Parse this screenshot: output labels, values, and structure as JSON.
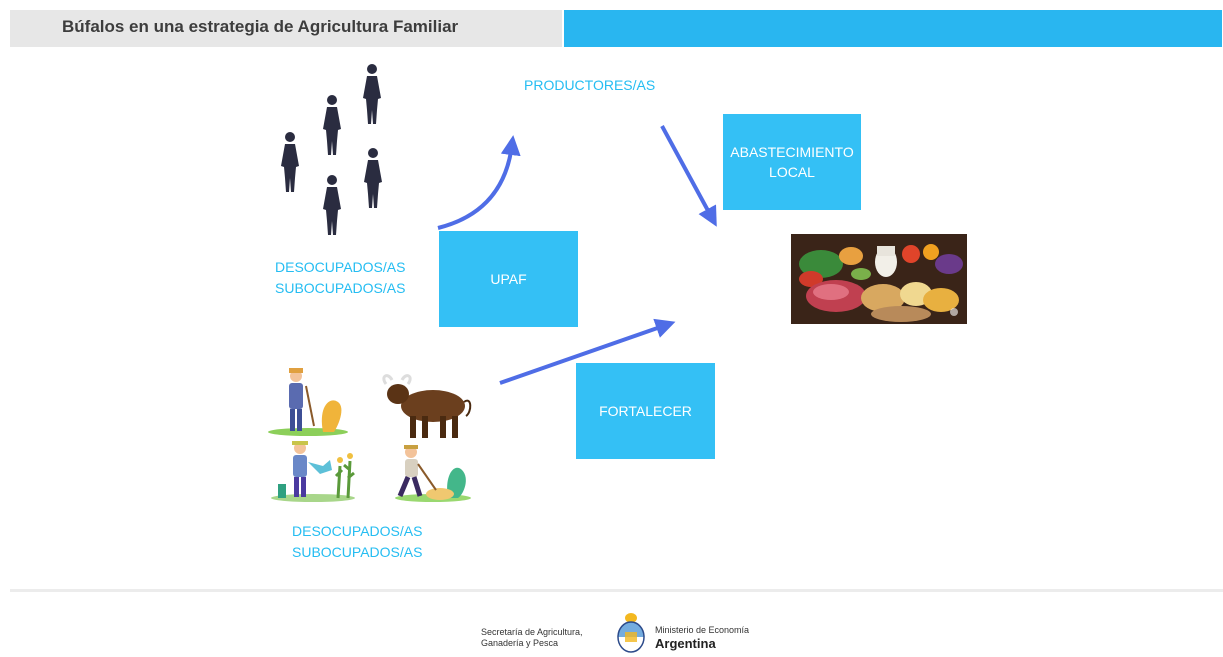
{
  "header": {
    "title": "Búfalos en una estrategia de Agricultura Familiar",
    "accent_color": "#29b6f0"
  },
  "diagram": {
    "producers_label": "PRODUCTORES/AS",
    "group_top": {
      "line1": "DESOCUPADOS/AS",
      "line2": "SUBOCUPADOS/AS"
    },
    "group_bottom": {
      "line1": "DESOCUPADOS/AS",
      "line2": "SUBOCUPADOS/AS"
    },
    "box_upaf": "UPAF",
    "box_fortalecer": "FORTALECER",
    "box_abastecimiento": {
      "line1": "ABASTECIMIENTO",
      "line2": "LOCAL"
    },
    "box_color": "#34c0f5",
    "arrow_color": "#4f6de6",
    "icons": [
      "person-silhouette-icon",
      "farmer-icon",
      "buffalo-icon",
      "food-photo"
    ]
  },
  "footer": {
    "secretaria_line1": "Secretaría de Agricultura,",
    "secretaria_line2": "Ganadería y Pesca",
    "ministerio_line1": "Ministerio de Economía",
    "ministerio_line2": "Argentina"
  }
}
